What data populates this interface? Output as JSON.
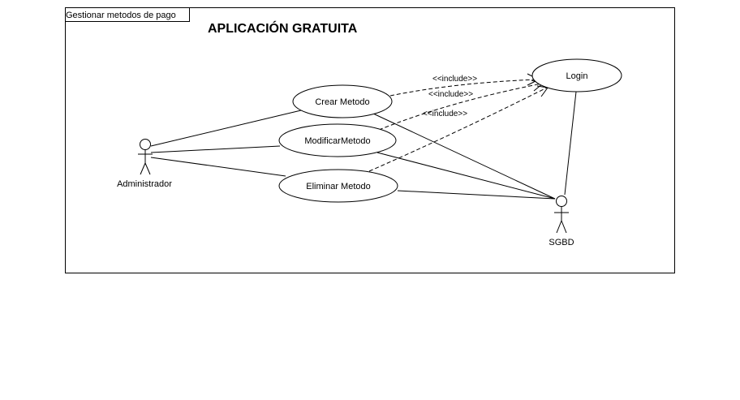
{
  "diagram": {
    "frame_label": "Gestionar metodos de pago",
    "title": "APLICACIÓN GRATUITA",
    "actors": {
      "admin": "Administrador",
      "sgbd": "SGBD"
    },
    "use_cases": {
      "crear": "Crear Metodo",
      "modificar": "ModificarMetodo",
      "eliminar": "Eliminar Metodo",
      "login": "Login"
    },
    "relations": {
      "include_crear": "<<include>>",
      "include_modificar": "<<include>>",
      "include_eliminar": "<<include>>"
    }
  },
  "colors": {
    "stroke": "#000000",
    "background": "#ffffff"
  }
}
